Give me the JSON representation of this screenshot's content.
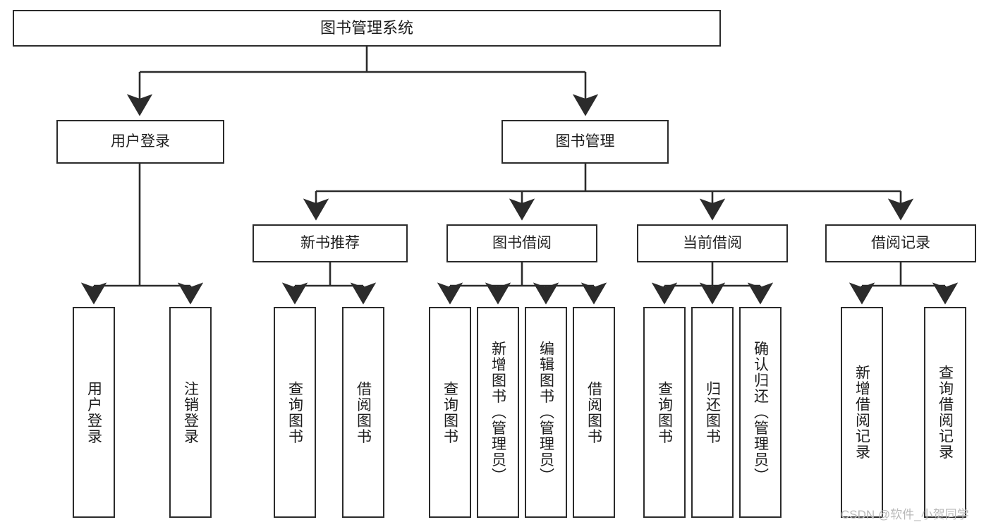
{
  "diagram": {
    "title_node": {
      "id": "root",
      "label": "图书管理系统"
    },
    "level2": [
      {
        "id": "user-login",
        "label": "用户登录"
      },
      {
        "id": "book-management",
        "label": "图书管理"
      }
    ],
    "level3": [
      {
        "id": "new-book-recommend",
        "label": "新书推荐"
      },
      {
        "id": "book-borrow",
        "label": "图书借阅"
      },
      {
        "id": "current-borrow",
        "label": "当前借阅"
      },
      {
        "id": "borrow-record",
        "label": "借阅记录"
      }
    ],
    "leaves": {
      "user_login": [
        {
          "id": "leaf-user-login",
          "label": "用户登录"
        },
        {
          "id": "leaf-logout",
          "label": "注销登录"
        }
      ],
      "new_book_recommend": [
        {
          "id": "leaf-query-books-1",
          "label": "查询图书"
        },
        {
          "id": "leaf-borrow-books-1",
          "label": "借阅图书"
        }
      ],
      "book_borrow": [
        {
          "id": "leaf-query-books-2",
          "label": "查询图书"
        },
        {
          "id": "leaf-add-book-admin",
          "label": "新增图书（管理员）"
        },
        {
          "id": "leaf-edit-book-admin",
          "label": "编辑图书（管理员）"
        },
        {
          "id": "leaf-borrow-books-2",
          "label": "借阅图书"
        }
      ],
      "current_borrow": [
        {
          "id": "leaf-query-books-3",
          "label": "查询图书"
        },
        {
          "id": "leaf-return-books",
          "label": "归还图书"
        },
        {
          "id": "leaf-confirm-return-admin",
          "label": "确认归还（管理员）"
        }
      ],
      "borrow_record": [
        {
          "id": "leaf-add-borrow-record",
          "label": "新增借阅记录"
        },
        {
          "id": "leaf-query-borrow-record",
          "label": "查询借阅记录"
        }
      ]
    }
  },
  "watermark": {
    "text": "CSDN @软件_小贺同学"
  },
  "colors": {
    "stroke": "#2b2b2b",
    "fill": "#ffffff",
    "text": "#1c1c1c",
    "watermark": "#b9b9b9"
  }
}
